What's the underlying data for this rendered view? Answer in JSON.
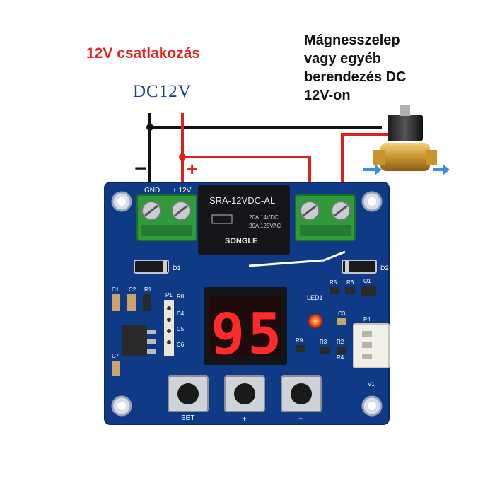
{
  "labels": {
    "power_title": "12V csatlakozás",
    "load_title_lines": [
      "Mágnesszelep",
      "vagy egyéb",
      "berendezés DC",
      "12V-on"
    ],
    "supply_label": "DC12V",
    "minus_sign": "−",
    "plus_sign": "+"
  },
  "board": {
    "terminal_gnd": "GND",
    "terminal_plus": "+ 12V",
    "relay_model": "SRA-12VDC-AL",
    "relay_rating_1": "20A 14VDC",
    "relay_rating_2": "20A 125VAC",
    "relay_brand": "SONGLE",
    "display_value": "95",
    "buttons": [
      "SET",
      "+",
      "−"
    ],
    "components": {
      "d1": "D1",
      "d2": "D2",
      "c1": "C1",
      "c2": "C2",
      "r1": "R1",
      "p1": "P1",
      "r8": "R8",
      "c4": "C4",
      "c5": "C5",
      "c6": "C6",
      "c7": "C7",
      "led1": "LED1",
      "r5": "R5",
      "r6": "R6",
      "q1": "Q1",
      "c3": "C3",
      "r9": "R9",
      "r3": "R3",
      "r2": "R2",
      "r4": "R4",
      "p4": "P4",
      "v1": "V1"
    }
  },
  "colors": {
    "board_blue": "#0f3a86",
    "terminal_green": "#2f9a3a",
    "relay_black": "#15161a",
    "display_red": "#ff2a2a",
    "wire_red": "#e0201c",
    "wire_black": "#111111",
    "label_red": "#e8231f",
    "label_blue": "#1b3c9e"
  }
}
